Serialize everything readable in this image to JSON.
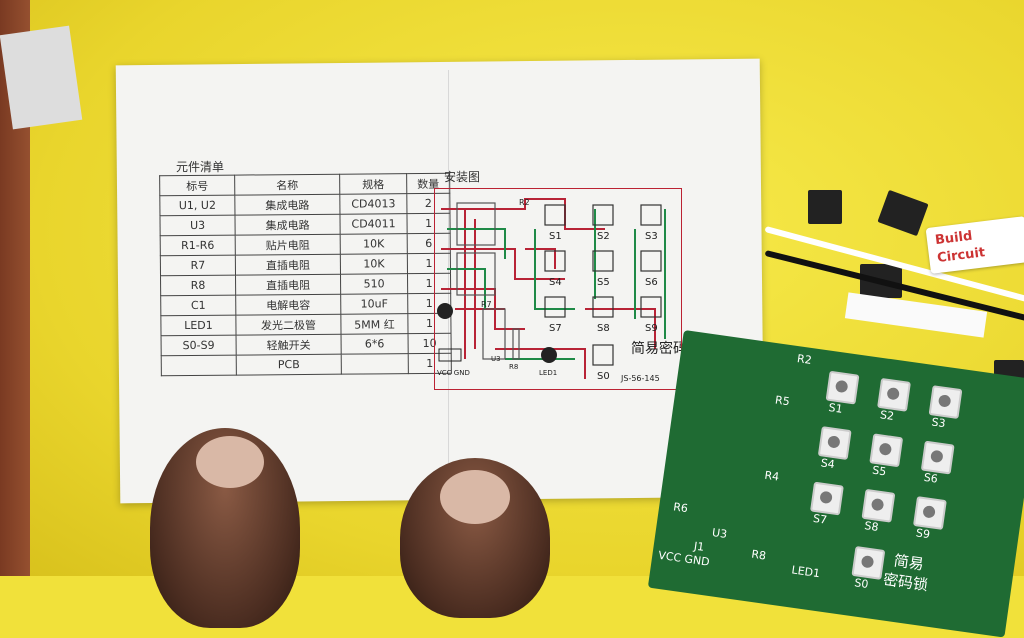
{
  "parts_list": {
    "title": "元件清单",
    "headers": [
      "标号",
      "名称",
      "规格",
      "数量"
    ],
    "rows": [
      [
        "U1, U2",
        "集成电路",
        "CD4013",
        "2"
      ],
      [
        "U3",
        "集成电路",
        "CD4011",
        "1"
      ],
      [
        "R1-R6",
        "贴片电阻",
        "10K",
        "6"
      ],
      [
        "R7",
        "直插电阻",
        "10K",
        "1"
      ],
      [
        "R8",
        "直插电阻",
        "510",
        "1"
      ],
      [
        "C1",
        "电解电容",
        "10uF",
        "1"
      ],
      [
        "LED1",
        "发光二极管",
        "5MM 红",
        "1"
      ],
      [
        "S0-S9",
        "轻触开关",
        "6*6",
        "10"
      ],
      [
        "",
        "PCB",
        "",
        "1"
      ]
    ]
  },
  "assembly": {
    "title": "安装图",
    "buttons": [
      "S1",
      "S2",
      "S3",
      "S4",
      "S5",
      "S6",
      "S7",
      "S8",
      "S9",
      "S0"
    ],
    "labels": {
      "r2": "R2",
      "r7": "R7",
      "r8": "R8",
      "u3": "U3",
      "led": "LED1",
      "vcc_gnd": "VCC GND"
    },
    "name": "简易密码锁",
    "code": "JS-56-145"
  },
  "pcb": {
    "buttons": [
      "S1",
      "S2",
      "S3",
      "S4",
      "S5",
      "S6",
      "S7",
      "S8",
      "S9",
      "S0"
    ],
    "labels": {
      "r2": "R2",
      "r5": "R5",
      "r4": "R4",
      "r6": "R6",
      "u3": "U3",
      "j1": "J1",
      "r8": "R8",
      "led": "LED1",
      "vcc_gnd": "VCC GND"
    },
    "name_line1": "简易",
    "name_line2": "密码锁"
  },
  "badge": {
    "line1": "Build",
    "line2": "Circuit"
  }
}
